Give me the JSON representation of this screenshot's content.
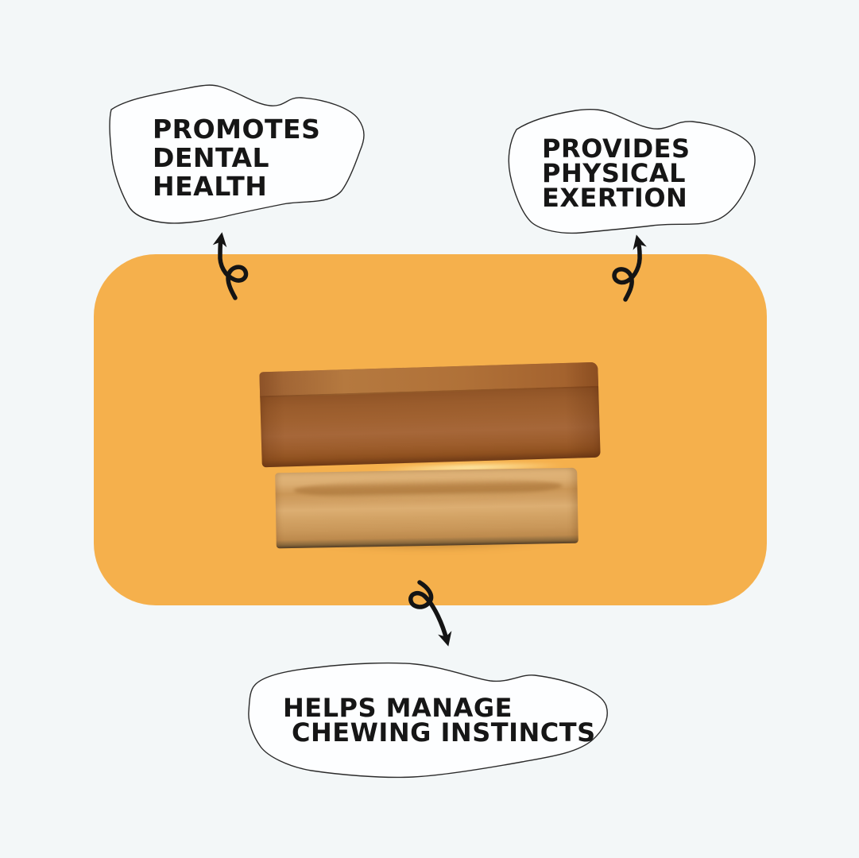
{
  "image": {
    "background_color": "#f3f7f8",
    "panel_color": "#f5b04c",
    "text_color": "#161616",
    "outline_color": "#2a2a2a",
    "product": "two stacked chew bars (dark brown over light tan)"
  },
  "callouts": [
    {
      "id": "dental",
      "lines": [
        "PROMOTES",
        "DENTAL",
        "HEALTH"
      ]
    },
    {
      "id": "physical",
      "lines": [
        "PROVIDES",
        "PHYSICAL",
        "EXERTION"
      ]
    },
    {
      "id": "chewing",
      "lines": [
        "HELPS MANAGE",
        "CHEWING INSTINCTS"
      ]
    }
  ],
  "icons": [
    {
      "name": "curly-arrow-dental-icon",
      "shape": "looped ink arrow pointing up to dental bubble"
    },
    {
      "name": "curly-arrow-physical-icon",
      "shape": "looped ink arrow pointing up to physical bubble"
    },
    {
      "name": "curly-arrow-chewing-icon",
      "shape": "looped ink arrow pointing down to chewing bubble"
    }
  ]
}
